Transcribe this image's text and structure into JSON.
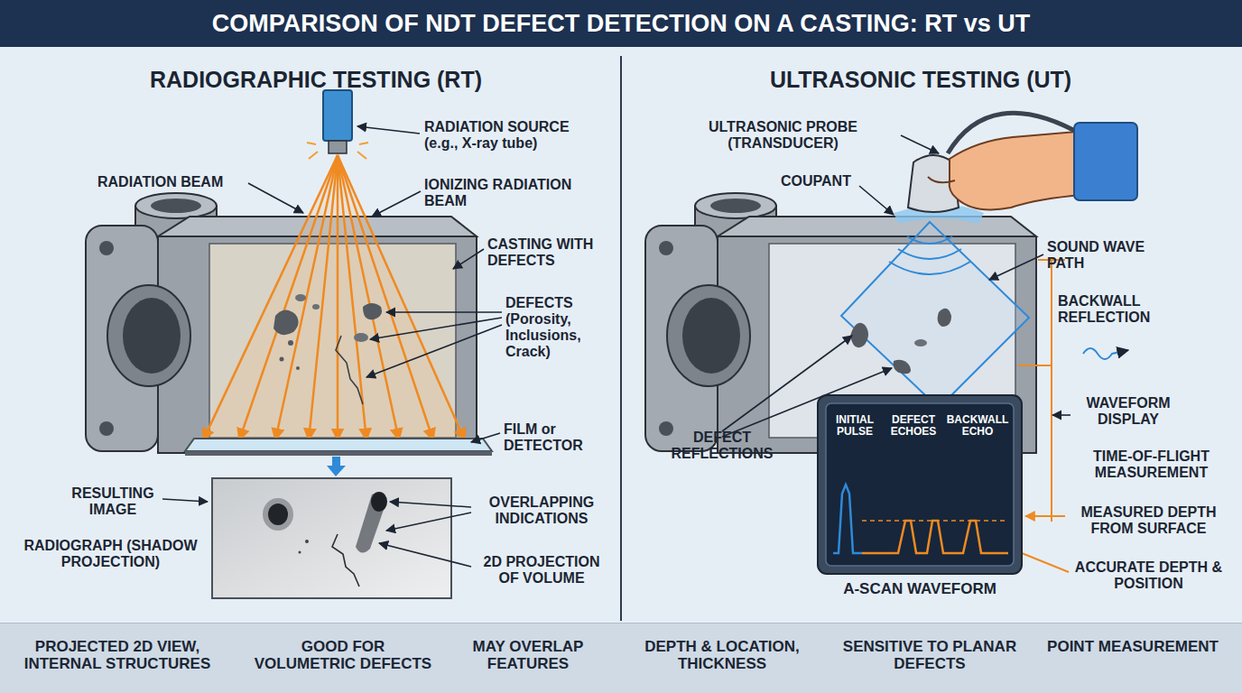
{
  "diagram": {
    "title": "COMPARISON OF NDT DEFECT DETECTION ON A CASTING: RT vs UT",
    "nodes": [
      {
        "text": [
          "INITIAL PULSE",
          "DEFECT ECHOES",
          "BACKWALL ECHO",
          "A-SCAN WAVEFORM"
        ]
      },
      {
        "text": [
          "PROJECTED 2D VIEW, INTERNAL STRUCTURES",
          "GOOD FOR VOLUMETRIC DEFECTS",
          "MAY OVERLAP FEATURES",
          "DEPTH & LOCATION, THICKNESS",
          "SENSITIVE TO PLANAR DEFECTS",
          "POINT MEASUREMENT"
        ]
      }
    ],
    "labels": [
      "RADIOGRAPHIC TESTING (RT)",
      "RADIATION SOURCE (e.g., X-ray tube)",
      "RADIATION BEAM",
      "IONIZING RADIATION BEAM",
      "CASTING WITH DEFECTS",
      "DEFECTS (Porosity, Inclusions, Crack)",
      "FILM or DETECTOR",
      "RESULTING IMAGE",
      "RADIOGRAPH (SHADOW PROJECTION)",
      "OVERLAPPING INDICATIONS",
      "2D PROJECTION OF VOLUME",
      "ULTRASONIC TESTING (UT)",
      "ULTRASONIC PROBE (TRANSDUCER)",
      "COUPANT",
      "SOUND WAVE PATH",
      "BACKWALL REFLECTION",
      "DEFECT REFLECTIONS",
      "WAVEFORM DISPLAY",
      "TIME-OF-FLIGHT MEASUREMENT",
      "MEASURED DEPTH FROM SURFACE",
      "ACCURATE DEPTH & POSITION"
    ]
  }
}
